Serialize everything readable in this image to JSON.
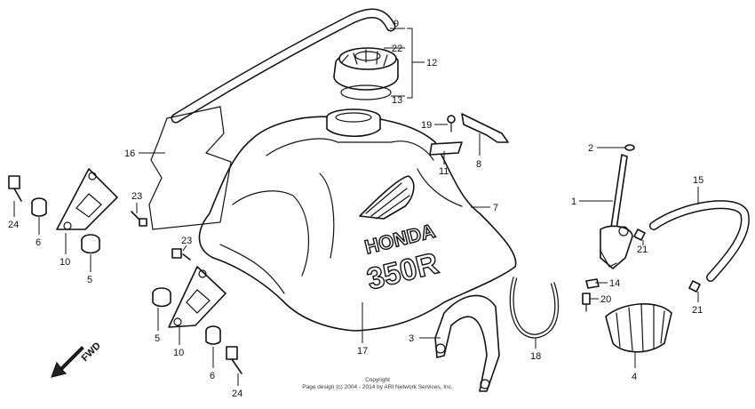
{
  "diagram": {
    "brand_text": "HONDA",
    "model_text": "350R",
    "direction_label": "FWD",
    "copyright_line1": "Copyright",
    "copyright_line2": "Page design (c) 2004 - 2014 by ARI Network Services, Inc.",
    "callouts": {
      "c1": "1",
      "c2": "2",
      "c3": "3",
      "c4": "4",
      "c5a": "5",
      "c5b": "5",
      "c6a": "6",
      "c6b": "6",
      "c7": "7",
      "c8": "8",
      "c9": "9",
      "c10a": "10",
      "c10b": "10",
      "c11": "11",
      "c12": "12",
      "c13": "13",
      "c14": "14",
      "c15": "15",
      "c16": "16",
      "c17": "17",
      "c18": "18",
      "c19": "19",
      "c20": "20",
      "c21a": "21",
      "c21b": "21",
      "c22": "22",
      "c23a": "23",
      "c23b": "23",
      "c24a": "24",
      "c24b": "24"
    }
  }
}
